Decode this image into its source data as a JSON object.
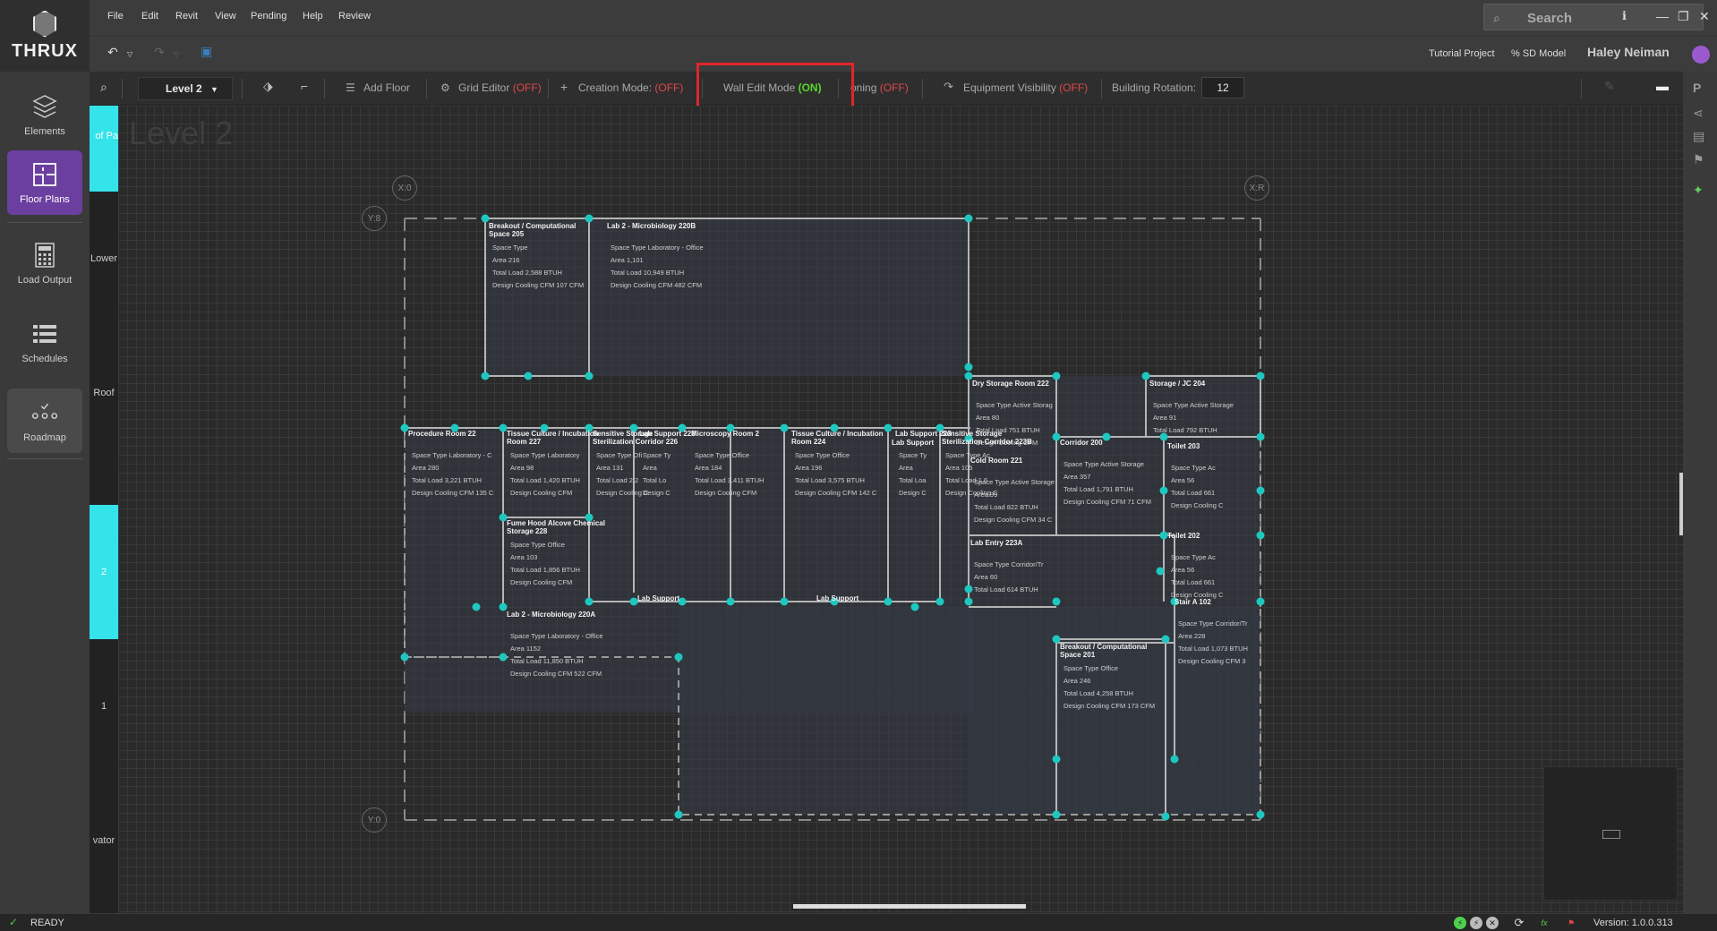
{
  "app": {
    "logo_text": "THRUX"
  },
  "menu": [
    "File",
    "Edit",
    "Revit",
    "View",
    "Pending",
    "Help",
    "Review"
  ],
  "search": {
    "placeholder": "Search"
  },
  "subbar": {
    "project": "Tutorial Project",
    "model": "% SD Model",
    "user": "Haley Neiman"
  },
  "sidebar": {
    "items": [
      {
        "label": "Elements",
        "icon": "layers-icon"
      },
      {
        "label": "Floor Plans",
        "icon": "floor-plan-icon",
        "active": true
      },
      {
        "label": "Load Output",
        "icon": "calculator-icon"
      },
      {
        "label": "Schedules",
        "icon": "list-icon"
      },
      {
        "label": "Roadmap",
        "icon": "roadmap-icon"
      }
    ]
  },
  "levels": [
    "of Pa",
    "Lower",
    "Roof",
    "2",
    "1",
    "vator"
  ],
  "toolbar": {
    "level": "Level 2",
    "add_floor": "Add Floor",
    "grid_editor": "Grid Editor",
    "grid_editor_state": "(OFF)",
    "creation_mode": "Creation Mode:",
    "creation_mode_state": "(OFF)",
    "wall_edit": "Wall Edit Mode",
    "wall_edit_state": "(ON)",
    "zoning": "oning",
    "zoning_state": "(OFF)",
    "equipment": "Equipment Visibility",
    "equipment_state": "(OFF)",
    "rotation_label": "Building Rotation:",
    "rotation_value": "12"
  },
  "canvas": {
    "level_title": "Level 2",
    "grid_markers": [
      "X:0",
      "X:R",
      "Y:8",
      "Y:0"
    ]
  },
  "rooms": [
    {
      "name": "Breakout / Computational Space 205",
      "rows": [
        "Space Type",
        "Area 216",
        "Total Load 2,588 BTUH",
        "Design Cooling CFM 107 CFM"
      ]
    },
    {
      "name": "Lab 2 - Microbiology 220B",
      "rows": [
        "Space Type Laboratory - Office",
        "Area 1,101",
        "Total Load 10,949 BTUH",
        "Design Cooling CFM 482 CFM"
      ]
    },
    {
      "name": "Dry Storage Room 222",
      "rows": [
        "Space Type Active Storag",
        "Area 80",
        "Total Load 751 BTUH",
        "Design Cooling CFM"
      ]
    },
    {
      "name": "Storage / JC 204",
      "rows": [
        "Space Type Active Storage",
        "Area 91",
        "Total Load 792 BTUH"
      ]
    },
    {
      "name": "Procedure Room 22",
      "rows": [
        "Space Type Laboratory - C",
        "Area 280",
        "Total Load 3,221 BTUH",
        "Design Cooling CFM 135 C"
      ]
    },
    {
      "name": "Tissue Culture / Incubation Room 227",
      "rows": [
        "Space Type Laboratory",
        "Area 98",
        "Total Load 1,420 BTUH",
        "Design Cooling CFM"
      ]
    },
    {
      "name": "Sensitive Storage Sterilization Corridor 226",
      "rows": [
        "Space Type Ofi",
        "Area 131",
        "Total Load 2,2",
        "Design Cooling C"
      ]
    },
    {
      "name": "Lab Support 226",
      "rows": [
        "Space Ty",
        "Area",
        "Total Lo",
        "Design C"
      ]
    },
    {
      "name": "Microscopy Room 2",
      "rows": [
        "Space Type Office",
        "Area 184",
        "Total Load 3,411 BTUH",
        "Design Cooling CFM"
      ]
    },
    {
      "name": "Tissue Culture / Incubation Room 224",
      "rows": [
        "Space Type Office",
        "Area 196",
        "Total Load 3,575 BTUH",
        "Design Cooling CFM 142 C"
      ]
    },
    {
      "name": "Lab Support 223",
      "rows": [
        "Space Ty",
        "Area",
        "Total Loa",
        "Design C"
      ]
    },
    {
      "name": "Sensitive Storage Sterilization Corridor 223B",
      "rows": [
        "Space Type Ac",
        "Area 105",
        "Total Load 1,6",
        "Design Cooling C"
      ]
    },
    {
      "name": "Cold Room 221",
      "rows": [
        "Space Type Active Storage",
        "Area 99",
        "Total Load 822 BTUH",
        "Design Cooling CFM 34 C"
      ]
    },
    {
      "name": "Corridor 200",
      "rows": [
        "Space Type Active Storage",
        "Area 357",
        "Total Load 1,791 BTUH",
        "Design Cooling CFM 71 CFM"
      ]
    },
    {
      "name": "Toilet 203",
      "rows": [
        "Space Type Ac",
        "Area 56",
        "Total Load 661",
        "Design Cooling C"
      ]
    },
    {
      "name": "Fume Hood Alcove Chemical Storage 228",
      "rows": [
        "Space Type Office",
        "Area 103",
        "Total Load 1,856 BTUH",
        "Design Cooling CFM"
      ]
    },
    {
      "name": "Lab Entry 223A",
      "rows": [
        "Space Type Corridor/Tr",
        "Area 60",
        "Total Load 614 BTUH"
      ]
    },
    {
      "name": "Toilet 202",
      "rows": [
        "Space Type Ac",
        "Area 56",
        "Total Load 661",
        "Design Cooling C"
      ]
    },
    {
      "name": "Stair A 102",
      "rows": [
        "Space Type Corridor/Tr",
        "Area 228",
        "Total Load 1,073 BTUH",
        "Design Cooling CFM 3"
      ]
    },
    {
      "name": "Lab 2 - Microbiology 220A",
      "rows": [
        "Space Type Laboratory - Office",
        "Area 1152",
        "Total Load 11,850 BTUH",
        "Design Cooling CFM 522 CFM"
      ]
    },
    {
      "name": "Breakout / Computational Space 201",
      "rows": [
        "Space Type Office",
        "Area 246",
        "Total Load 4,258 BTUH",
        "Design Cooling CFM 173 CFM"
      ]
    },
    {
      "name": "Lab Support",
      "rows": []
    },
    {
      "name": "Lab Support",
      "rows": []
    },
    {
      "name": "Lab Support",
      "rows": []
    }
  ],
  "status": {
    "text": "READY",
    "version": "Version: 1.0.0.313"
  },
  "colors": {
    "accent": "#6b3fa0",
    "cyan": "#35e3ea",
    "node": "#1ec8c0",
    "off": "#e04848",
    "on": "#58d62b",
    "highlight": "#e0262a"
  }
}
